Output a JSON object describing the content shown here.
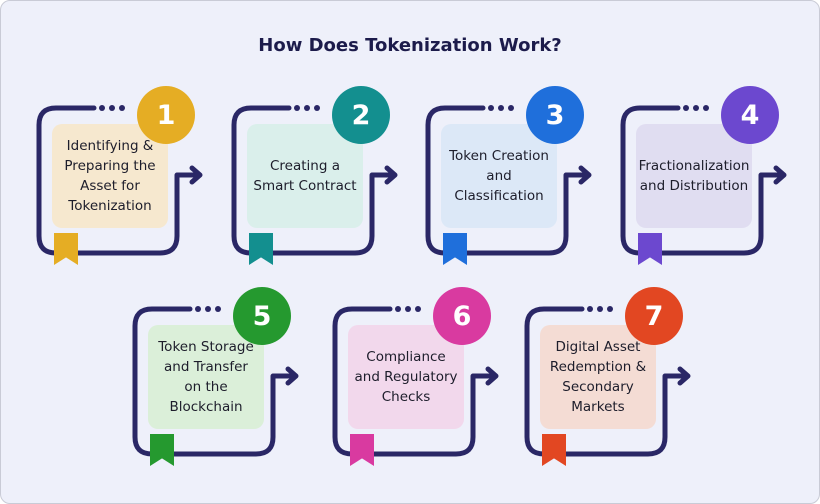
{
  "title": "How Does Tokenization Work?",
  "frame_color": "#2a2766",
  "steps": [
    {
      "number": "1",
      "label": "Identifying & Preparing the Asset for Tokenization",
      "accent": "#e5ad24",
      "card_bg": "#f6e8cf"
    },
    {
      "number": "2",
      "label": "Creating a Smart Contract",
      "accent": "#138f8f",
      "card_bg": "#daefeb"
    },
    {
      "number": "3",
      "label": "Token Creation and Classification",
      "accent": "#1f6fdb",
      "card_bg": "#dce8f7"
    },
    {
      "number": "4",
      "label": "Fractionalization and Distribution",
      "accent": "#6c48cf",
      "card_bg": "#e0ddf1"
    },
    {
      "number": "5",
      "label": "Token Storage and Transfer on the Blockchain",
      "accent": "#25992f",
      "card_bg": "#dbefd9"
    },
    {
      "number": "6",
      "label": "Compliance and Regulatory Checks",
      "accent": "#d93aa0",
      "card_bg": "#f2d8ec"
    },
    {
      "number": "7",
      "label": "Digital Asset Redemption & Secondary Markets",
      "accent": "#e24722",
      "card_bg": "#f4dcd4"
    }
  ]
}
